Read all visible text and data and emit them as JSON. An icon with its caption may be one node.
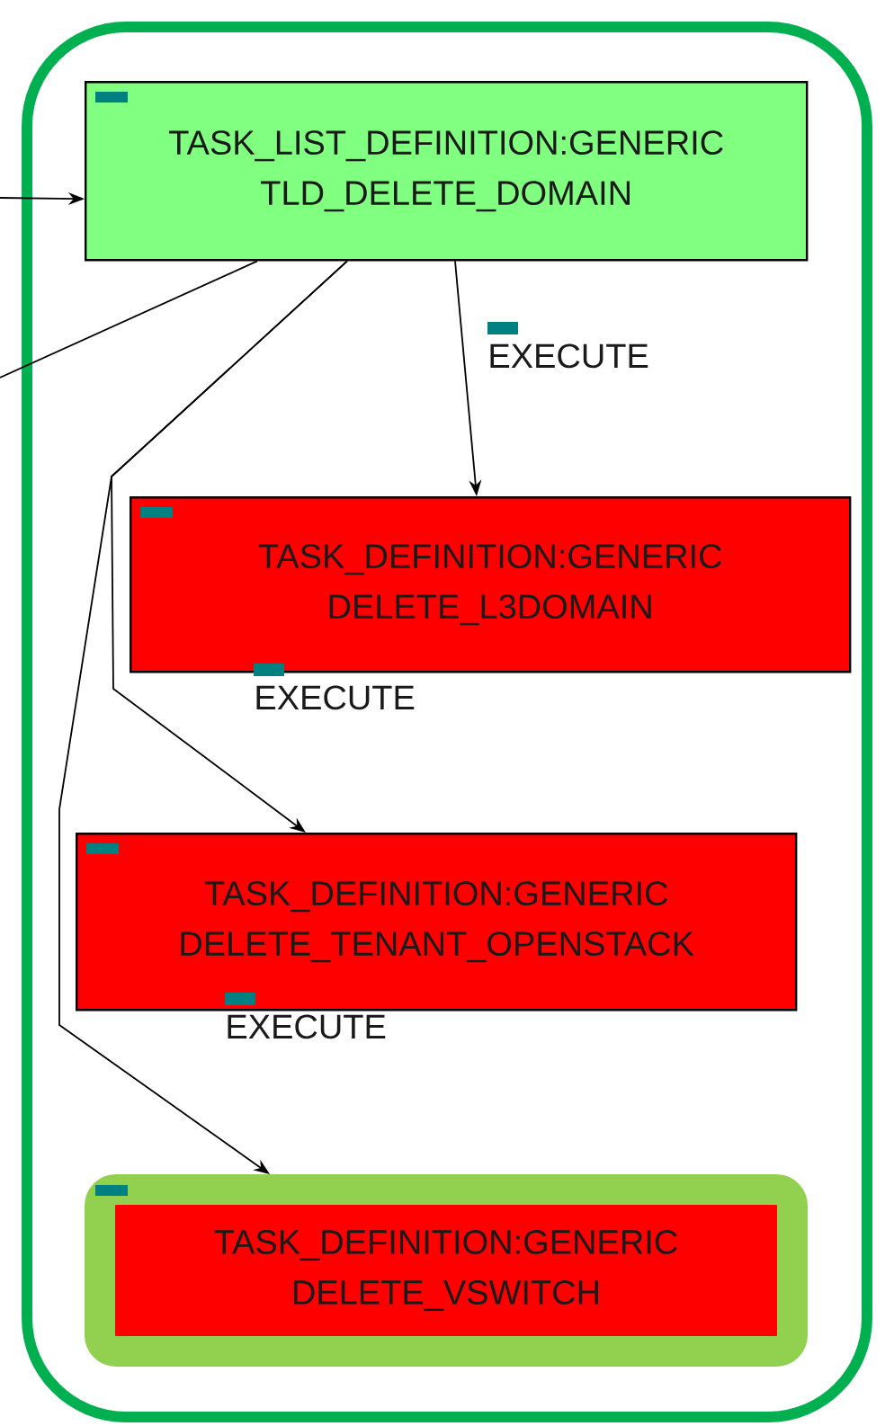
{
  "diagram": {
    "nodes": [
      {
        "text": [
          "TASK_LIST_DEFINITION:GENERIC",
          "TLD_DELETE_DOMAIN"
        ]
      },
      {
        "text": [
          "TASK_DEFINITION:GENERIC",
          "DELETE_L3DOMAIN"
        ]
      },
      {
        "text": [
          "TASK_DEFINITION:GENERIC",
          "DELETE_TENANT_OPENSTACK"
        ]
      },
      {
        "text": [
          "TASK_DEFINITION:GENERIC",
          "DELETE_VSWITCH"
        ]
      }
    ],
    "edges": [
      {
        "from": null,
        "to": 0,
        "arrow": "to"
      },
      {
        "from": 0,
        "to": null,
        "arrow": "none"
      },
      {
        "from": 0,
        "to": 1,
        "arrow": "to",
        "label": "EXECUTE"
      },
      {
        "from": 0,
        "to": 2,
        "arrow": "to",
        "label": "EXECUTE"
      },
      {
        "from": 0,
        "to": 3,
        "arrow": "to",
        "label": "EXECUTE"
      }
    ]
  }
}
